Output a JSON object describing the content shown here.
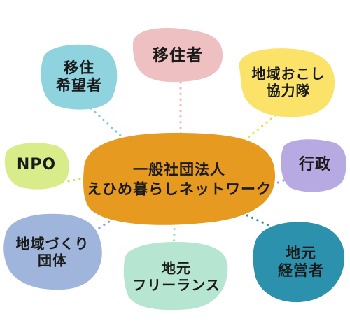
{
  "center": {
    "lines": [
      "一般社団法人",
      "えひめ暮らしネットワーク"
    ],
    "color": "#e69a1f"
  },
  "nodes": [
    {
      "id": "ijusha",
      "lines": [
        "移住者"
      ],
      "color": "#efc0c1",
      "dots": "#f2b6b0"
    },
    {
      "id": "kibosha",
      "lines": [
        "移住",
        "希望者"
      ],
      "color": "#8fd3df",
      "dots": "#7cc9d8"
    },
    {
      "id": "okoshi",
      "lines": [
        "地域おこし",
        "協力隊"
      ],
      "color": "#fbe36a",
      "dots": "#f7d94e"
    },
    {
      "id": "npo",
      "lines": [
        "NPO"
      ],
      "color": "#d9ec8a",
      "dots": "#c9e36a"
    },
    {
      "id": "gyosei",
      "lines": [
        "行政"
      ],
      "color": "#b7a9e2",
      "dots": "#a896dd"
    },
    {
      "id": "zukuri",
      "lines": [
        "地域づくり",
        "団体"
      ],
      "color": "#a0b5dc",
      "dots": "#8aa6d6"
    },
    {
      "id": "free",
      "lines": [
        "地元",
        "フリーランス"
      ],
      "color": "#b6e6d2",
      "dots": "#9fdcc3"
    },
    {
      "id": "keiei",
      "lines": [
        "地元",
        "経営者"
      ],
      "color": "#2b91ad",
      "dots": "#3a88a8"
    }
  ]
}
